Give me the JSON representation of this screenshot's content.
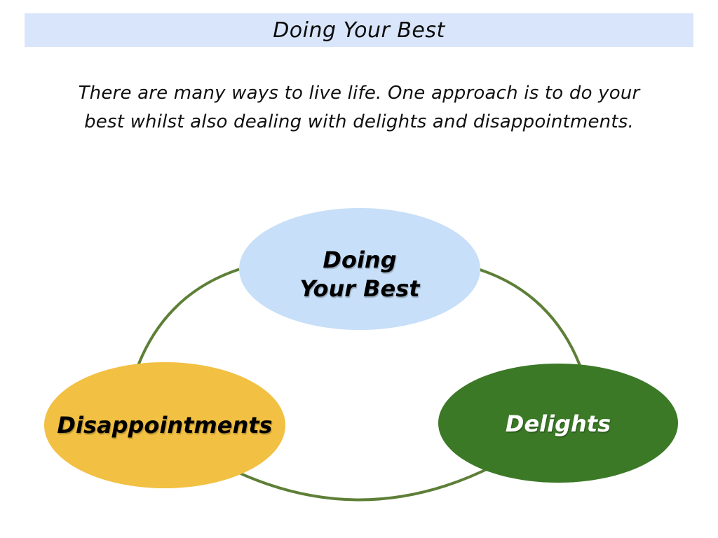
{
  "header": {
    "title": "Doing Your Best",
    "bar_color": "#d9e5fa"
  },
  "intro": {
    "line1": "There are many ways to live life. One approach is to do your",
    "line2": "best whilst also dealing with delights and disappointments."
  },
  "diagram": {
    "ring_color": "#5d7f37",
    "top": {
      "line1": "Doing",
      "line2": "Your Best",
      "fill": "#c7dff8",
      "text_color": "#000000"
    },
    "left": {
      "label": "Disappointments",
      "fill": "#f2c042",
      "text_color": "#000000"
    },
    "right": {
      "label": "Delights",
      "fill": "#3b7926",
      "text_color": "#ffffff"
    }
  }
}
